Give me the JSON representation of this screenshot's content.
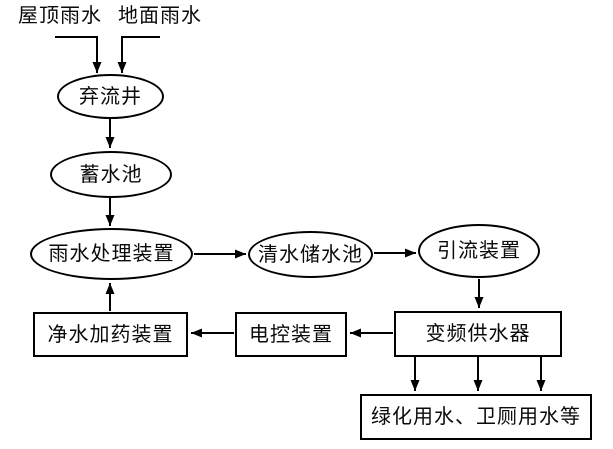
{
  "colors": {
    "ink": "#000000",
    "background": "#ffffff"
  },
  "diagram": {
    "type": "flowchart",
    "inputs": [
      {
        "id": "roof-rainwater",
        "label": "屋顶雨水"
      },
      {
        "id": "ground-rainwater",
        "label": "地面雨水"
      }
    ],
    "nodes": [
      {
        "id": "discard-flow-well",
        "label": "弃流井",
        "shape": "ellipse"
      },
      {
        "id": "storage-pool",
        "label": "蓄水池",
        "shape": "ellipse"
      },
      {
        "id": "rainwater-treatment-device",
        "label": "雨水处理装置",
        "shape": "ellipse"
      },
      {
        "id": "clean-water-storage-pool",
        "label": "清水储水池",
        "shape": "ellipse"
      },
      {
        "id": "diversion-device",
        "label": "引流装置",
        "shape": "ellipse"
      },
      {
        "id": "water-purification-dosing-device",
        "label": "净水加药装置",
        "shape": "rect"
      },
      {
        "id": "electric-control-device",
        "label": "电控装置",
        "shape": "rect"
      },
      {
        "id": "variable-frequency-water-supplier",
        "label": "变频供水器",
        "shape": "rect"
      },
      {
        "id": "end-uses",
        "label": "绿化用水、卫厕用水等",
        "shape": "rect"
      }
    ],
    "edges": [
      {
        "from": "屋顶雨水",
        "to": "弃流井"
      },
      {
        "from": "地面雨水",
        "to": "弃流井"
      },
      {
        "from": "弃流井",
        "to": "蓄水池"
      },
      {
        "from": "蓄水池",
        "to": "雨水处理装置"
      },
      {
        "from": "雨水处理装置",
        "to": "清水储水池"
      },
      {
        "from": "清水储水池",
        "to": "引流装置"
      },
      {
        "from": "引流装置",
        "to": "变频供水器"
      },
      {
        "from": "变频供水器",
        "to": "电控装置"
      },
      {
        "from": "电控装置",
        "to": "净水加药装置"
      },
      {
        "from": "净水加药装置",
        "to": "雨水处理装置"
      },
      {
        "from": "变频供水器",
        "to": "绿化用水、卫厕用水等",
        "branches": 3
      }
    ]
  }
}
